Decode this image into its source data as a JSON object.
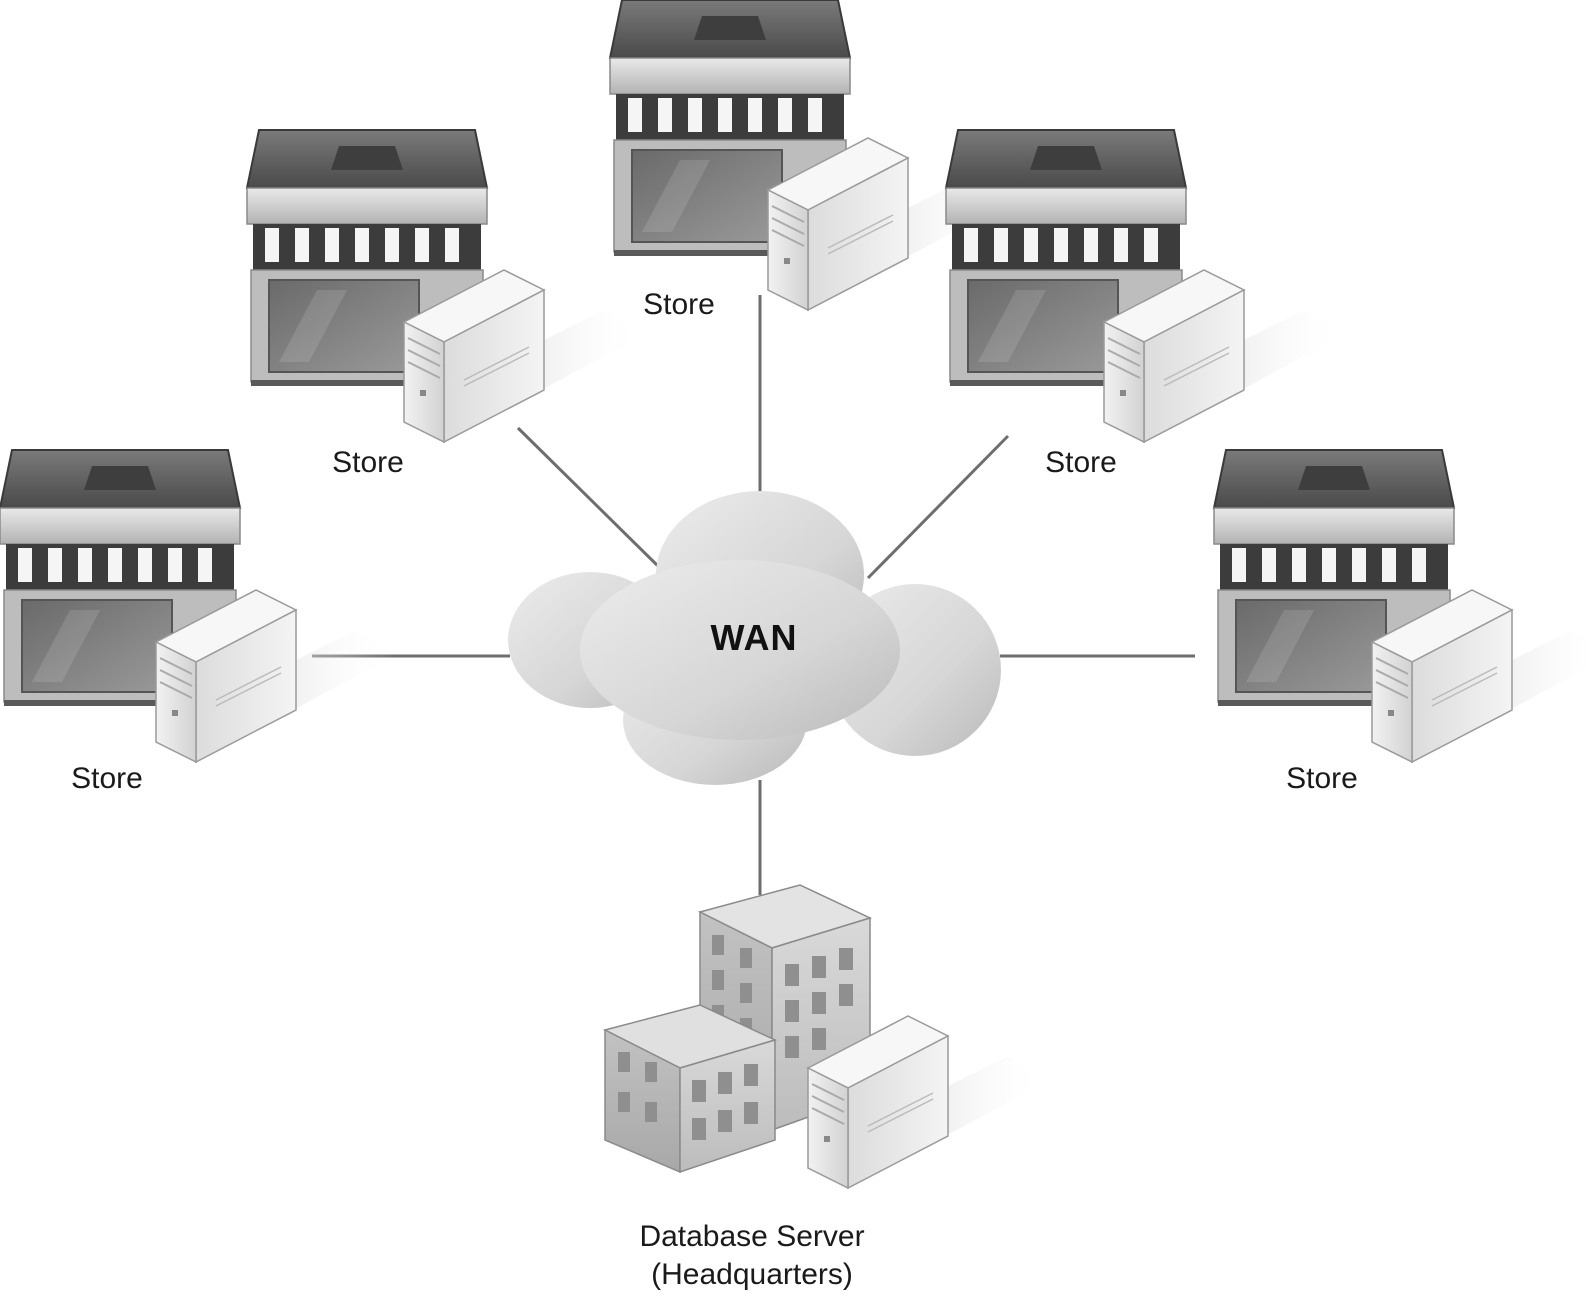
{
  "diagram": {
    "cloud": {
      "label": "WAN"
    },
    "stores": [
      {
        "label": "Store"
      },
      {
        "label": "Store"
      },
      {
        "label": "Store"
      },
      {
        "label": "Store"
      },
      {
        "label": "Store"
      }
    ],
    "headquarters": {
      "label_line1": "Database Server",
      "label_line2": "(Headquarters)"
    }
  },
  "colors": {
    "link": "#6e6e6e",
    "roof_top": "#5a5a5a",
    "awning_dark": "#3c3c3c",
    "awning_light": "#f5f5f5",
    "building_wall": "#bdbdbd",
    "server_body": "#e6e6e6"
  }
}
